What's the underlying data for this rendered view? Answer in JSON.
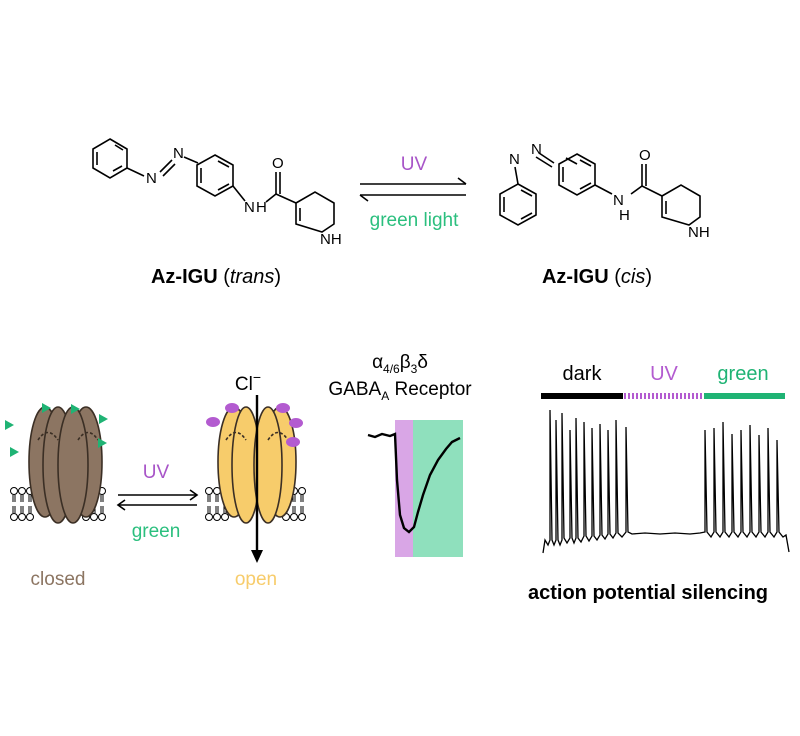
{
  "reaction": {
    "forward_label": "UV",
    "reverse_label": "green light",
    "forward_color": "#a855c8",
    "reverse_color": "#2bbf7e",
    "trans": {
      "name_bold": "Az-IGU",
      "name_open": " (",
      "name_italic": "trans",
      "name_close": ")",
      "atoms": {
        "n1": "N",
        "n2": "N",
        "o": "O",
        "nh_amide": "N",
        "h_amide": "H",
        "nh_ring": "NH"
      }
    },
    "cis": {
      "name_bold": "Az-IGU",
      "name_open": " (",
      "name_italic": "cis",
      "name_close": ")",
      "atoms": {
        "n1": "N",
        "n2": "N",
        "o": "O",
        "nh_amide": "N",
        "h_amide": "H",
        "nh_ring": "NH"
      }
    }
  },
  "channel": {
    "closed_label": "closed",
    "open_label": "open",
    "ion_label": "Cl",
    "ion_charge": "−",
    "forward_label": "UV",
    "reverse_label": "green",
    "closed_color": "#8c7562",
    "open_color": "#f7cc6b",
    "ligand_trans_color": "#1fb374",
    "ligand_cis_color": "#b35bd0"
  },
  "receptor": {
    "subunit_alpha": "α",
    "subunit_alpha_sub": "4/6",
    "subunit_beta": "β",
    "subunit_beta_sub": "3",
    "subunit_delta": "δ",
    "receptor_name": "GABA",
    "receptor_sub": "A",
    "receptor_suffix": " Receptor",
    "uv_band_color": "#d9a6e6",
    "green_band_color": "#8fe0bd"
  },
  "firing": {
    "labels": [
      "dark",
      "UV",
      "green"
    ],
    "caption": "action potential silencing",
    "bar_colors": {
      "dark": "#000000",
      "uv": "#b35bd0",
      "green": "#1fb374"
    }
  }
}
